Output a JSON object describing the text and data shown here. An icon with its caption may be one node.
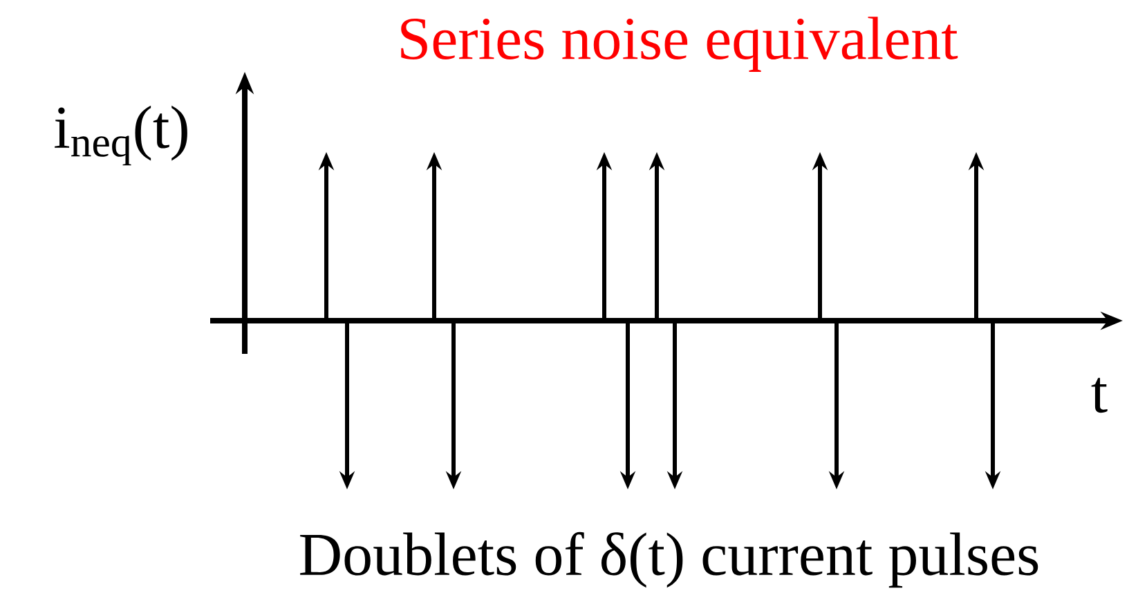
{
  "diagram": {
    "title": "Series noise equivalent",
    "caption": "Doublets of δ(t) current pulses",
    "labels": [
      "i$_{neq}$(t)",
      "t"
    ]
  }
}
